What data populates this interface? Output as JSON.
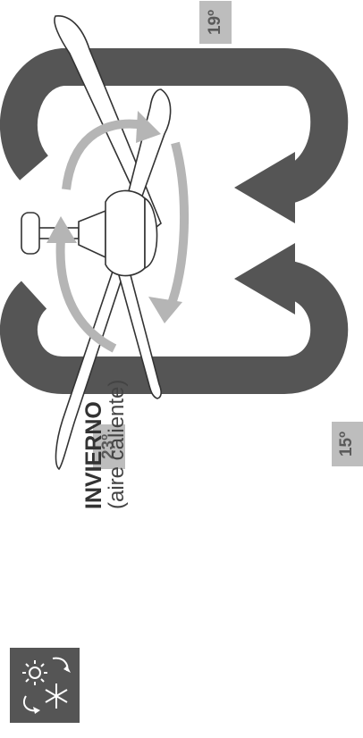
{
  "season": {
    "title": "INVIERNO",
    "subtitle": "(aire caliente)",
    "icon": "sun-snowflake-cycle-icon"
  },
  "temperatures": {
    "top_right": "19º",
    "bottom_left": "23º",
    "bottom_right": "15º"
  },
  "colors": {
    "air_loop": "#555555",
    "rotation_arrows": "#b5b5b5",
    "badge_bg": "#bdbdbd",
    "icon_bg": "#555555"
  }
}
